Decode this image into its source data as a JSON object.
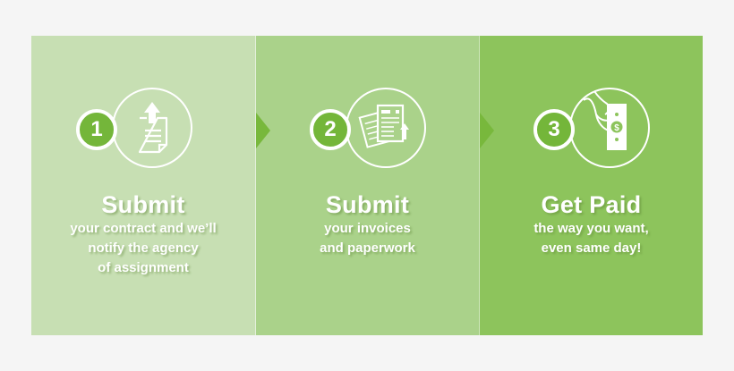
{
  "steps": [
    {
      "number": "1",
      "title": "Submit",
      "lines": [
        "your contract and we’ll",
        "notify the agency",
        "of assignment"
      ],
      "icon": "document-upload-icon"
    },
    {
      "number": "2",
      "title": "Submit",
      "lines": [
        "your invoices",
        "and paperwork"
      ],
      "icon": "invoices-upload-icon"
    },
    {
      "number": "3",
      "title": "Get Paid",
      "lines": [
        "the way you want,",
        "even same day!"
      ],
      "icon": "hand-cash-icon"
    }
  ],
  "colors": {
    "background": "#f5f5f5",
    "panel1": "#c7dfb3",
    "panel2": "#aad28a",
    "panel3": "#8dc45c",
    "accent": "#74b63a",
    "arrow": "#78b83c"
  }
}
